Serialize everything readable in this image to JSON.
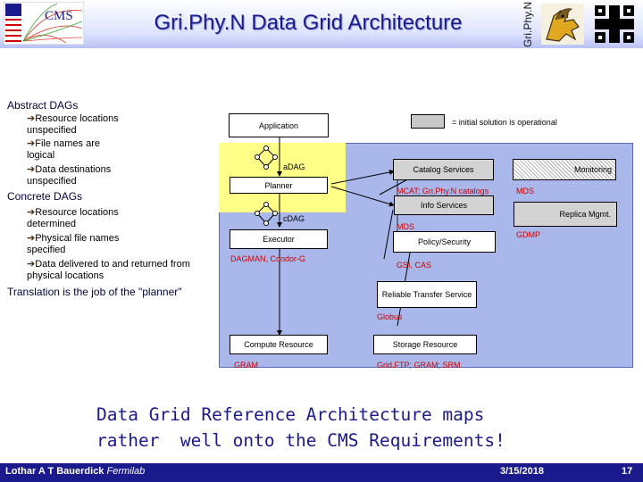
{
  "header": {
    "title": "Gri.Phy.N Data Grid Architecture",
    "logo_left_text": "CMS",
    "logo_right_text": "Gri.Phy.N"
  },
  "left_panel": {
    "abstract_heading": "Abstract DAGs",
    "abstract_items": [
      "Resource locations unspecified",
      "File names are logical",
      "Data destinations unspecified"
    ],
    "concrete_heading": "Concrete DAGs",
    "concrete_items": [
      "Resource locations determined",
      "Physical file names specified",
      "Data delivered to and returned from physical locations"
    ],
    "translation_note": "Translation is the job of the \"planner\""
  },
  "diagram": {
    "legend_text": "= initial solution is operational",
    "application": "Application",
    "adag": "aDAG",
    "planner": "Planner",
    "cdag": "cDAG",
    "executor": "Executor",
    "executor_impl": "DAGMAN, Condor-G",
    "catalog_services": "Catalog Services",
    "catalog_impl": "MCAT; Gri.Phy.N catalogs",
    "monitoring": "Monitoring",
    "monitoring_impl": "MDS",
    "info_services": "Info Services",
    "info_impl": "MDS",
    "replica_mgmt": "Replica Mgmt.",
    "replica_impl": "GDMP",
    "policy_security": "Policy/Security",
    "policy_impl": "GSI, CAS",
    "reliable_transfer": "Reliable Transfer Service",
    "transfer_impl": "Globus",
    "compute_resource": "Compute Resource",
    "compute_impl": "GRAM",
    "storage_resource": "Storage Resource",
    "storage_impl": "Grid.FTP; GRAM; SRM"
  },
  "summary": {
    "line1": "Data Grid Reference Architecture maps",
    "line2": "rather  well onto the CMS Requirements!"
  },
  "footer": {
    "author": "Lothar A T Bauerdick",
    "affiliation": "Fermilab",
    "date": "3/15/2018",
    "page": "17"
  },
  "colors": {
    "title": "#1a1a8c",
    "grid_background": "#a9b7ea",
    "application_background": "#ffff88",
    "implementation_text": "#cc0000",
    "footer": "#1a1a8c"
  }
}
